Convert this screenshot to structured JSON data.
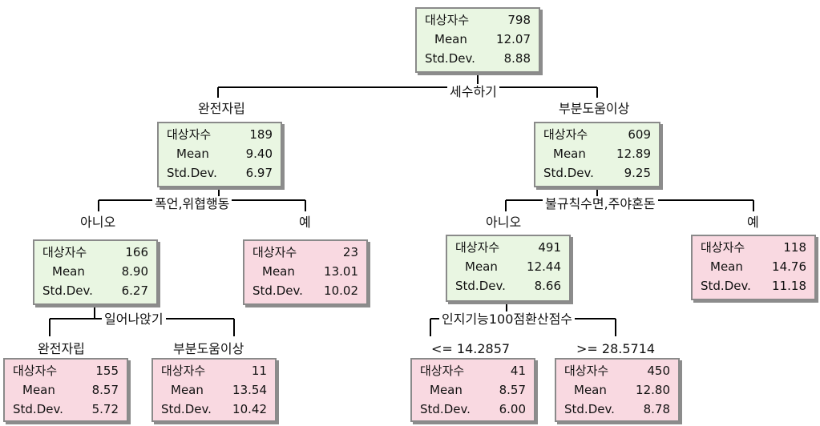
{
  "labels": {
    "count": "대상자수",
    "mean": "Mean",
    "sd": "Std.Dev."
  },
  "nodes": {
    "n0": {
      "count": "798",
      "mean": "12.07",
      "sd": "8.88"
    },
    "n1": {
      "count": "189",
      "mean": "9.40",
      "sd": "6.97"
    },
    "n2": {
      "count": "609",
      "mean": "12.89",
      "sd": "9.25"
    },
    "n3": {
      "count": "166",
      "mean": "8.90",
      "sd": "6.27"
    },
    "n4": {
      "count": "23",
      "mean": "13.01",
      "sd": "10.02"
    },
    "n5": {
      "count": "491",
      "mean": "12.44",
      "sd": "8.66"
    },
    "n6": {
      "count": "118",
      "mean": "14.76",
      "sd": "11.18"
    },
    "n7": {
      "count": "155",
      "mean": "8.57",
      "sd": "5.72"
    },
    "n8": {
      "count": "11",
      "mean": "13.54",
      "sd": "10.42"
    },
    "n9": {
      "count": "41",
      "mean": "8.57",
      "sd": "6.00"
    },
    "n10": {
      "count": "450",
      "mean": "12.80",
      "sd": "8.78"
    }
  },
  "splits": {
    "s0": "세수하기",
    "s1": "폭언,위협행동",
    "s2": "불규칙수면,주야혼돈",
    "s3": "일어나앉기",
    "s4": "인지기능100점환산점수"
  },
  "branches": {
    "b1": "완전자립",
    "b2": "부분도움이상",
    "b3": "아니오",
    "b4": "예",
    "b5": "아니오",
    "b6": "예",
    "b7": "완전자립",
    "b8": "부분도움이상",
    "b9": "<= 14.2857",
    "b10": ">= 28.5714"
  },
  "colors": {
    "internal": "#e9f6e2",
    "leaf": "#f9d9e1",
    "border": "#8a8a8a",
    "line": "#000000"
  }
}
